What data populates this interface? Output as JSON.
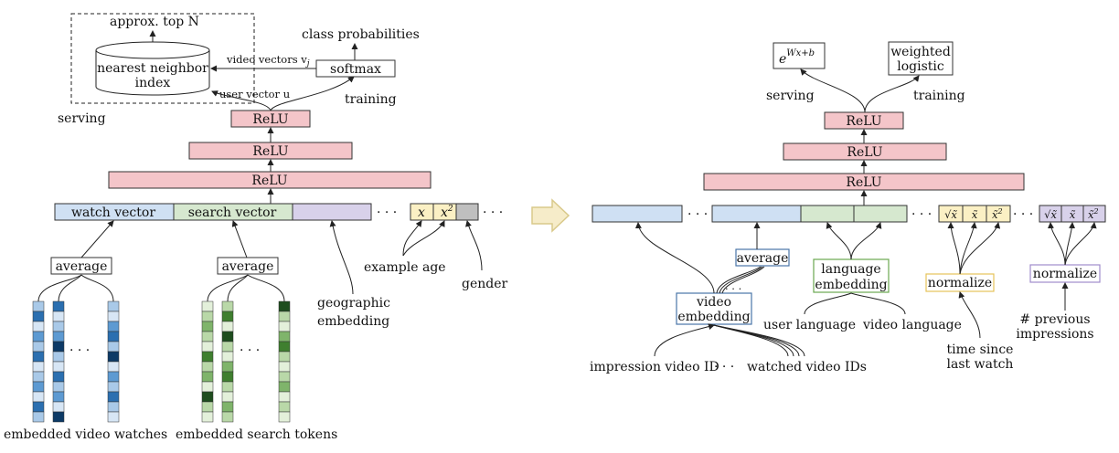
{
  "colors": {
    "relu": "#f4c5c9",
    "blue": "#cfe0f3",
    "green": "#d6e8cf",
    "purple": "#d8d1ea",
    "yellow": "#fbf0c4",
    "gray": "#bfbfbf",
    "arrow_hint": "#f6ecc9",
    "outline_green": "#6aa84f",
    "outline_blue": "#4a76a8",
    "outline_yellow": "#e5c35a",
    "outline_purple": "#a08ccb",
    "blues": [
      "#0d3a66",
      "#2b6fb0",
      "#5d9ad2",
      "#a9c9e8",
      "#d7e6f5"
    ],
    "greens": [
      "#1e4d1e",
      "#3f7f2f",
      "#7fb46b",
      "#b9d8a8",
      "#e3f0da"
    ]
  },
  "icons": [
    "right-arrow-outline-icon",
    "cylinder-index-icon",
    "ellipsis-icon"
  ],
  "left": {
    "top_n": "approx. top N",
    "nn_index_line1": "nearest neighbor",
    "nn_index_line2": "index",
    "video_vectors": "video vectors v",
    "video_vectors_sub": "j",
    "class_prob": "class probabilities",
    "softmax": "softmax",
    "user_vector": "user vector u",
    "training": "training",
    "serving": "serving",
    "relu": "ReLU",
    "watch_vector": "watch vector",
    "search_vector": "search vector",
    "x": "x",
    "x2": "x",
    "x2_sup": "2",
    "dots": "· · ·",
    "average": "average",
    "geo1": "geographic",
    "geo2": "embedding",
    "example_age": "example age",
    "gender": "gender",
    "embedded_watches": "embedded video watches",
    "embedded_tokens": "embedded search tokens"
  },
  "right": {
    "exp_base": "e",
    "exp_sup": "Wx+b",
    "weighted1": "weighted",
    "weighted2": "logistic",
    "serving": "serving",
    "training": "training",
    "relu": "ReLU",
    "dots": "· · ·",
    "average": "average",
    "video_emb1": "video",
    "video_emb2": "embedding",
    "lang_emb1": "language",
    "lang_emb2": "embedding",
    "normalize": "normalize",
    "user_language": "user language",
    "video_language": "video language",
    "impression_id": "impression video ID",
    "watched_ids": "watched video IDs",
    "time_since1": "time since",
    "time_since2": "last watch",
    "prev_imp1": "# previous",
    "prev_imp2": "impressions",
    "sqrt_x": "√x̃",
    "x_tilde": "x̃",
    "x_tilde2": "x̃",
    "x_tilde2_sup": "2"
  }
}
